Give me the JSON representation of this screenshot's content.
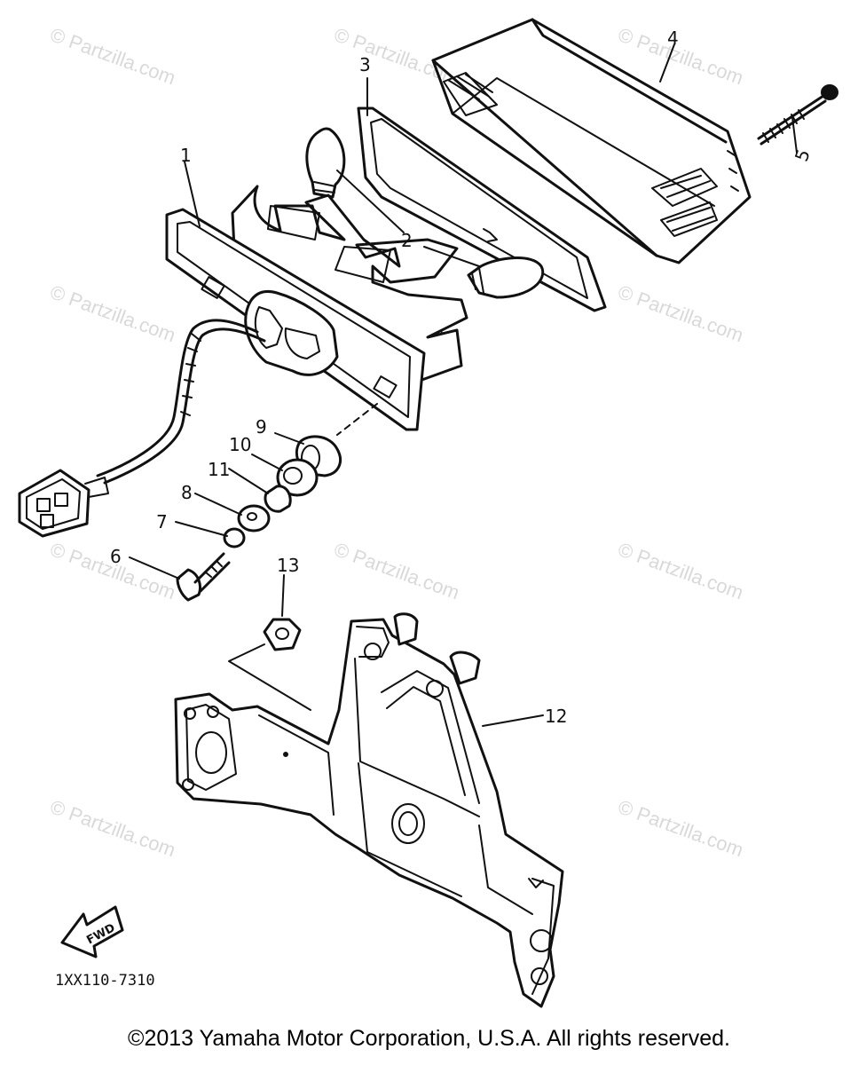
{
  "diagram": {
    "part_callouts": [
      "1",
      "2",
      "3",
      "4",
      "5",
      "6",
      "7",
      "8",
      "9",
      "10",
      "11",
      "12",
      "13"
    ],
    "watermark": "© Partzilla.com",
    "forward_arrow_label": "FWD",
    "part_code": "1XX110-7310",
    "footer": "©2013 Yamaha Motor Corporation, U.S.A. All rights reserved."
  }
}
